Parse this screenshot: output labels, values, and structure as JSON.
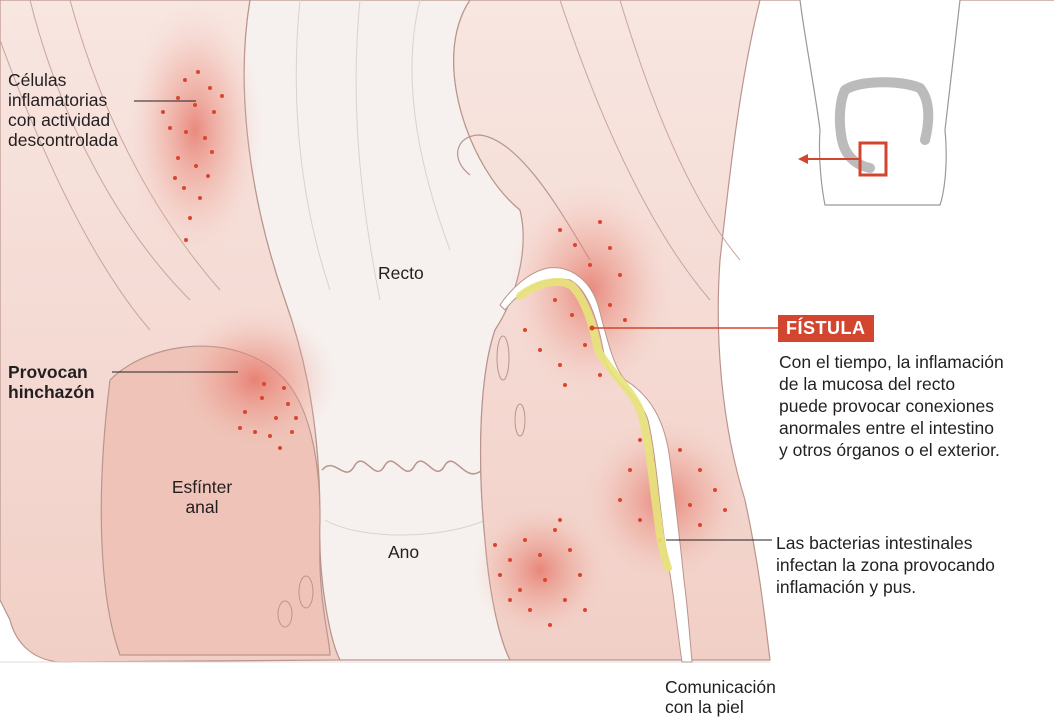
{
  "labels": {
    "inflammatory_cells": [
      "Células",
      "inflamatorias",
      "con actividad",
      "descontrolada"
    ],
    "swelling": [
      "Provocan",
      "hinchazón"
    ],
    "sphincter": [
      "Esfínter",
      "anal"
    ],
    "rectum": "Recto",
    "anus": "Ano",
    "skin_connection": [
      "Comunicación",
      "con la piel"
    ],
    "fistula_badge": "FÍSTULA",
    "fistula_description": [
      "Con el tiempo, la inflamación",
      "de la mucosa del recto",
      "puede provocar conexiones",
      "anormales entre el intestino",
      "y otros órganos o el exterior."
    ],
    "bacteria": [
      "Las bacterias intestinales",
      "infectan la zona provocando",
      "inflamación y pus."
    ]
  },
  "colors": {
    "tissue": "#f4d6cf",
    "tissue_dark": "#e7b9ae",
    "outline": "#8a6f6a",
    "inflammation": "#e8766a",
    "dots": "#d9452f",
    "pus": "#e7e37a",
    "badge": "#d2452f",
    "pointer_line": "#231f20"
  },
  "icons": {
    "inset": "torso-colon-icon",
    "inset_arrow": "left-arrow-icon"
  }
}
